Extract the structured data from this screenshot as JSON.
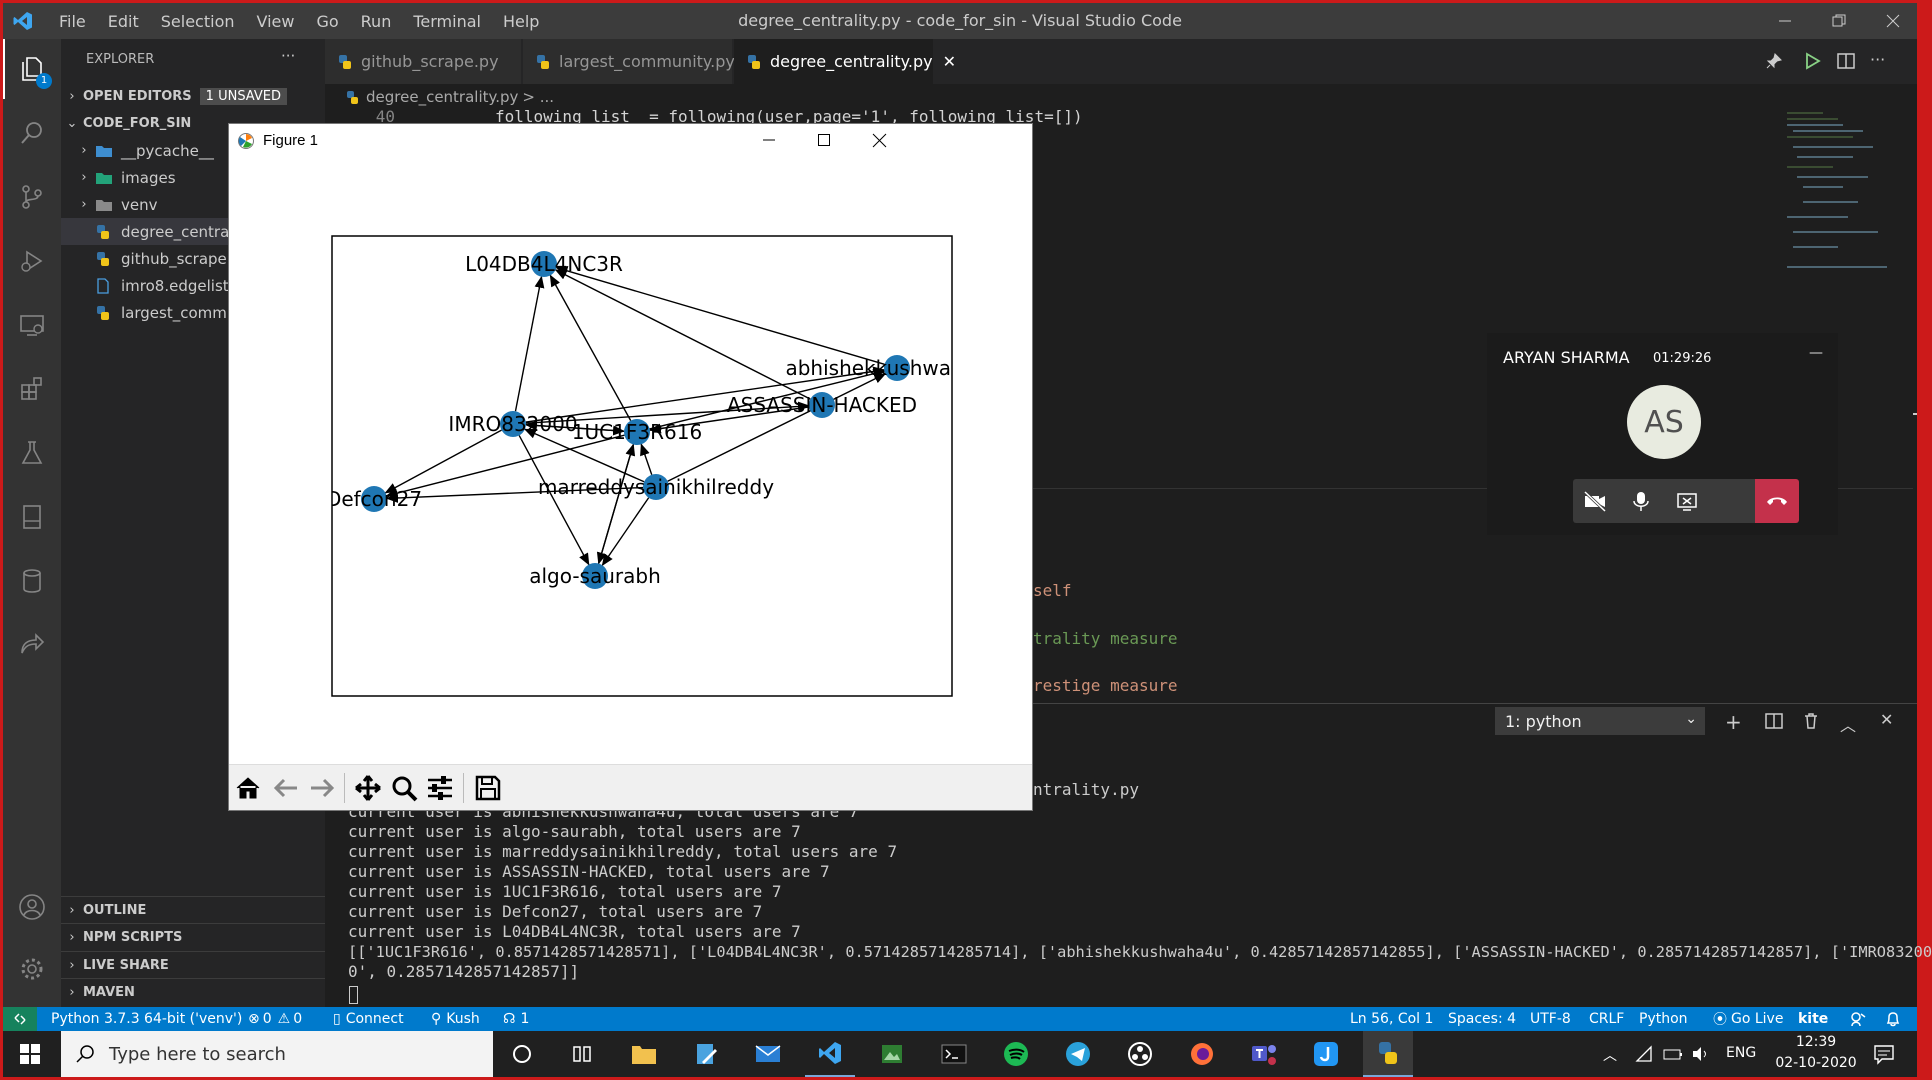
{
  "titlebar": {
    "menu": [
      "File",
      "Edit",
      "Selection",
      "View",
      "Go",
      "Run",
      "Terminal",
      "Help"
    ],
    "title": "degree_centrality.py - code_for_sin - Visual Studio Code"
  },
  "activity": {
    "explorer_badge": "1"
  },
  "sidebar": {
    "header": "EXPLORER",
    "more": "···",
    "open_editors": "OPEN EDITORS",
    "unsaved_badge": "1 UNSAVED",
    "folder": "CODE_FOR_SIN",
    "items": [
      {
        "label": "__pycache__",
        "icon": "folder-icon"
      },
      {
        "label": "images",
        "icon": "folder-icon"
      },
      {
        "label": "venv",
        "icon": "folder-icon"
      },
      {
        "label": "degree_centrality.py",
        "icon": "python-icon"
      },
      {
        "label": "github_scrape.py",
        "icon": "python-icon"
      },
      {
        "label": "imro8.edgelist",
        "icon": "file-icon"
      },
      {
        "label": "largest_community.py",
        "icon": "python-icon"
      }
    ],
    "sections": [
      "OUTLINE",
      "NPM SCRIPTS",
      "LIVE SHARE",
      "MAVEN"
    ]
  },
  "tabs": [
    {
      "label": "github_scrape.py"
    },
    {
      "label": "largest_community.py"
    },
    {
      "label": "degree_centrality.py"
    }
  ],
  "breadcrumb": {
    "file": "degree_centrality.py",
    "rest": "> ..."
  },
  "editor": {
    "line_no": "40",
    "line_code": "following_list  = following(user,page='1', following_list=[])",
    "frag1": "self",
    "frag2": "trality measure",
    "frag3": "restige measure",
    "frag4": "ntrality.py"
  },
  "figure": {
    "title": "Figure 1",
    "nodes": [
      {
        "id": "L04DB4L4NC3R"
      },
      {
        "id": "abhishekkushwaha4u",
        "visible_label": "abhishekkushwa"
      },
      {
        "id": "ASSASSIN-HACKED"
      },
      {
        "id": "IMRO832000"
      },
      {
        "id": "1UC1F3R616"
      },
      {
        "id": "marreddysainikhilreddy"
      },
      {
        "id": "Defcon27"
      },
      {
        "id": "algo-saurabh"
      }
    ],
    "edges": [
      [
        "IMRO832000",
        "L04DB4L4NC3R"
      ],
      [
        "IMRO832000",
        "abhishekkushwaha4u"
      ],
      [
        "IMRO832000",
        "ASSASSIN-HACKED"
      ],
      [
        "IMRO832000",
        "1UC1F3R616"
      ],
      [
        "IMRO832000",
        "Defcon27"
      ],
      [
        "IMRO832000",
        "algo-saurabh"
      ],
      [
        "1UC1F3R616",
        "L04DB4L4NC3R"
      ],
      [
        "1UC1F3R616",
        "IMRO832000"
      ],
      [
        "1UC1F3R616",
        "abhishekkushwaha4u"
      ],
      [
        "1UC1F3R616",
        "Defcon27"
      ],
      [
        "1UC1F3R616",
        "algo-saurabh"
      ],
      [
        "ASSASSIN-HACKED",
        "L04DB4L4NC3R"
      ],
      [
        "ASSASSIN-HACKED",
        "1UC1F3R616"
      ],
      [
        "abhishekkushwaha4u",
        "L04DB4L4NC3R"
      ],
      [
        "marreddysainikhilreddy",
        "1UC1F3R616"
      ],
      [
        "marreddysainikhilreddy",
        "IMRO832000"
      ],
      [
        "marreddysainikhilreddy",
        "Defcon27"
      ],
      [
        "marreddysainikhilreddy",
        "algo-saurabh"
      ],
      [
        "marreddysainikhilreddy",
        "abhishekkushwaha4u"
      ],
      [
        "algo-saurabh",
        "1UC1F3R616"
      ]
    ]
  },
  "call": {
    "name": "ARYAN SHARMA",
    "time": "01:29:26",
    "initials": "AS",
    "minimize": "—"
  },
  "terminal": {
    "selector": "1: python",
    "lines": [
      "current user is abhishekkushwaha4u, total users are 7",
      "current user is algo-saurabh, total users are 7",
      "current user is marreddysainikhilreddy, total users are 7",
      "current user is ASSASSIN-HACKED, total users are 7",
      "current user is 1UC1F3R616, total users are 7",
      "current user is Defcon27, total users are 7",
      "current user is L04DB4L4NC3R, total users are 7",
      "[['1UC1F3R616', 0.8571428571428571], ['L04DB4L4NC3R', 0.5714285714285714], ['abhishekkushwaha4u', 0.42857142857142855], ['ASSASSIN-HACKED', 0.2857142857142857], ['IMRO83200",
      "0', 0.2857142857142857]]"
    ]
  },
  "status": {
    "python": "Python 3.7.3 64-bit ('venv')",
    "errors": "0",
    "warnings": "0",
    "connect": "Connect",
    "kush": "Kush",
    "live": "1",
    "position": "Ln 56, Col 1",
    "spaces": "Spaces: 4",
    "encoding": "UTF-8",
    "eol": "CRLF",
    "language": "Python",
    "golive": "Go Live",
    "kite": "kite"
  },
  "taskbar": {
    "search_placeholder": "Type here to search",
    "lang": "ENG",
    "time": "12:39",
    "date": "02-10-2020"
  },
  "colors": {
    "accent": "#007acc",
    "node": "#1f77b4",
    "end_call": "#c4314b"
  }
}
